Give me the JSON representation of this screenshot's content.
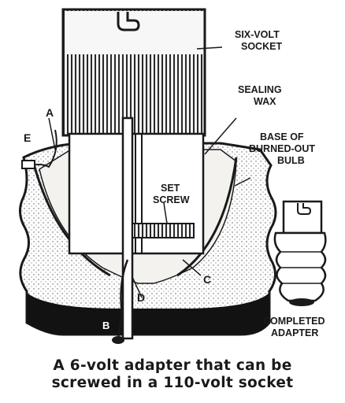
{
  "labels": {
    "six_volt_socket": [
      "SIX-VOLT",
      "SOCKET"
    ],
    "sealing_wax": [
      "SEALING",
      "WAX"
    ],
    "base_of_bulb": [
      "BASE OF",
      "BURNED-OUT",
      "BULB"
    ],
    "set_screw": [
      "SET",
      "SCREW"
    ],
    "completed_adapter": [
      "COMPLETED",
      "ADAPTER"
    ],
    "letter_a": "A",
    "letter_b": "B",
    "letter_c": "C",
    "letter_d": "D",
    "letter_e": "E"
  },
  "caption": {
    "line1": "A 6-volt adapter that can be",
    "line2": "screwed in a 110-volt socket"
  },
  "colors": {
    "ink": "#1a1a1a",
    "wax": "#e9e6df",
    "background": "#ffffff"
  }
}
